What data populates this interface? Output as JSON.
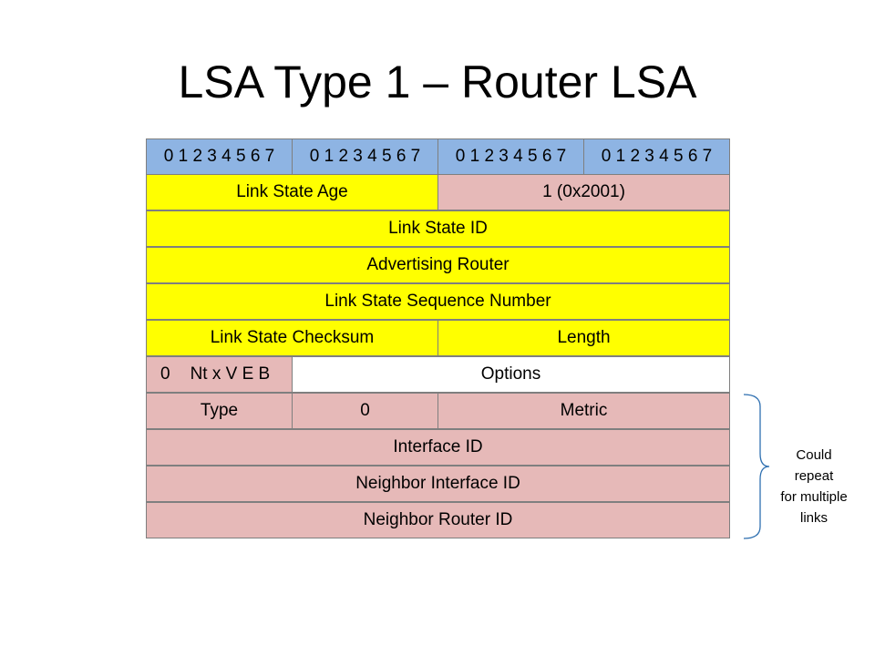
{
  "title": "LSA Type 1 – Router LSA",
  "bit_header": [
    "0 1 2 3 4 5 6 7",
    "0 1 2 3 4 5 6 7",
    "0 1 2 3 4 5 6 7",
    "0 1 2 3 4 5 6 7"
  ],
  "fields": {
    "ls_age": "Link State Age",
    "ls_type": "1 (0x2001)",
    "ls_id": "Link State ID",
    "adv_router": "Advertising Router",
    "seq_num": "Link State Sequence Number",
    "checksum": "Link State Checksum",
    "length": "Length",
    "flags_zero": "0",
    "flags_bits": "Nt x V E B",
    "options": "Options",
    "link_type": "Type",
    "reserved_zero": "0",
    "metric": "Metric",
    "interface_id": "Interface ID",
    "neighbor_interface_id": "Neighbor Interface ID",
    "neighbor_router_id": "Neighbor Router ID"
  },
  "annotation": {
    "line1": "Could repeat",
    "line2": "for multiple",
    "line3": "links"
  },
  "colors": {
    "header": "#8eb4e3",
    "lsa_header_fields": "#ffff00",
    "router_fields": "#e6b9b8",
    "brace": "#2e6fb0"
  }
}
